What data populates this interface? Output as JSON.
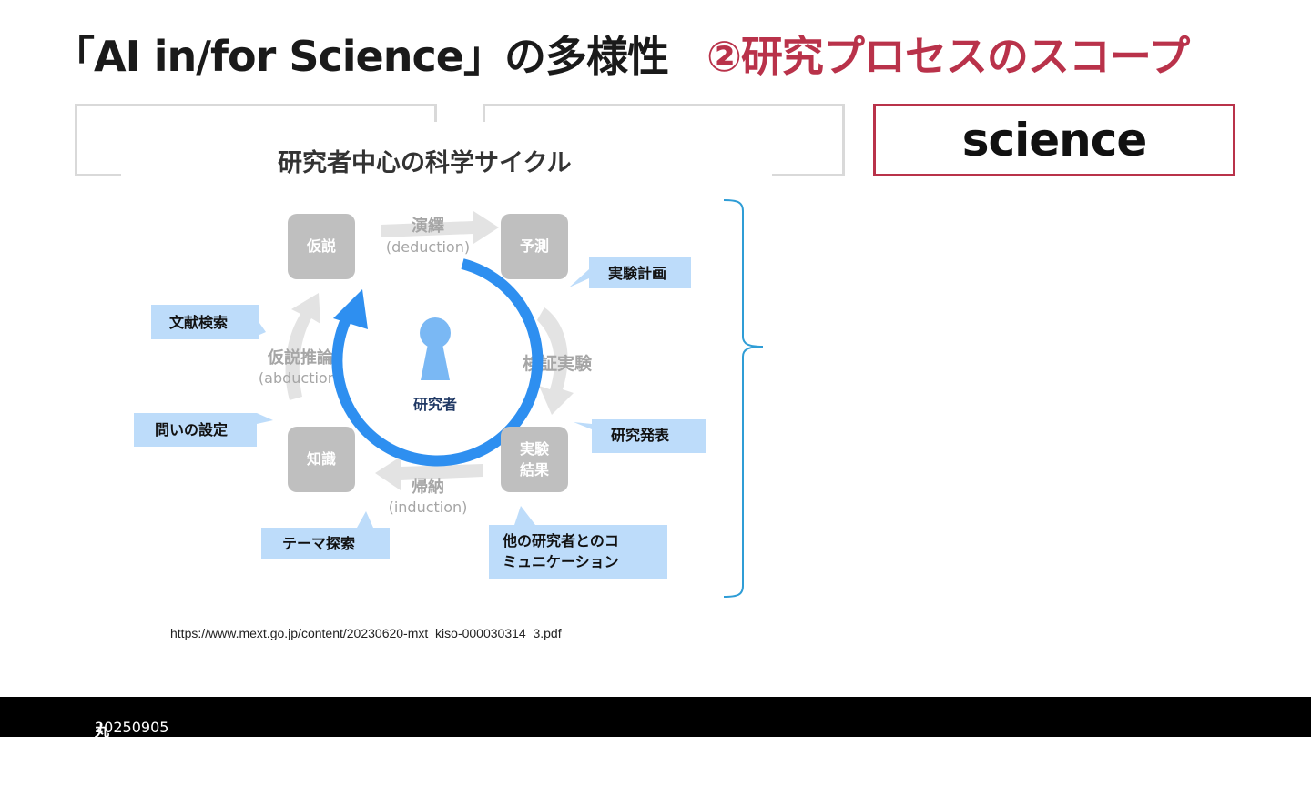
{
  "title": {
    "main": "「AI in/for Science」の多様性",
    "accent": "②研究プロセスのスコープ"
  },
  "boxes": {
    "third_label": "science"
  },
  "diagram": {
    "title": "研究者中心の科学サイクル",
    "nodes": {
      "hypothesis": "仮説",
      "prediction": "予測",
      "knowledge": "知識",
      "results_line1": "実験",
      "results_line2": "結果"
    },
    "arrows": {
      "deduction_jp": "演繹",
      "deduction_en": "(deduction)",
      "verification_jp": "検証実験",
      "induction_jp": "帰納",
      "induction_en": "(induction)",
      "abduction_jp": "仮説推論",
      "abduction_en": "(abduction)"
    },
    "center": "研究者",
    "callouts": {
      "literature": "文献検索",
      "question": "問いの設定",
      "theme": "テーマ探索",
      "plan": "実験計画",
      "publish": "研究発表",
      "comm_line1": "他の研究者とのコ",
      "comm_line2": "ミュニケーション"
    }
  },
  "source_url": "https://www.mext.go.jp/content/20230620-mxt_kiso-000030314_3.pdf",
  "footer": {
    "date": "20250905",
    "author": "丸山資料"
  },
  "colors": {
    "accent": "#b9324a",
    "cycle_blue": "#2e8ff0",
    "callout_bg": "#bddcfa",
    "node_gray": "#bfbfbf",
    "bracket": "#2f9dd6"
  }
}
